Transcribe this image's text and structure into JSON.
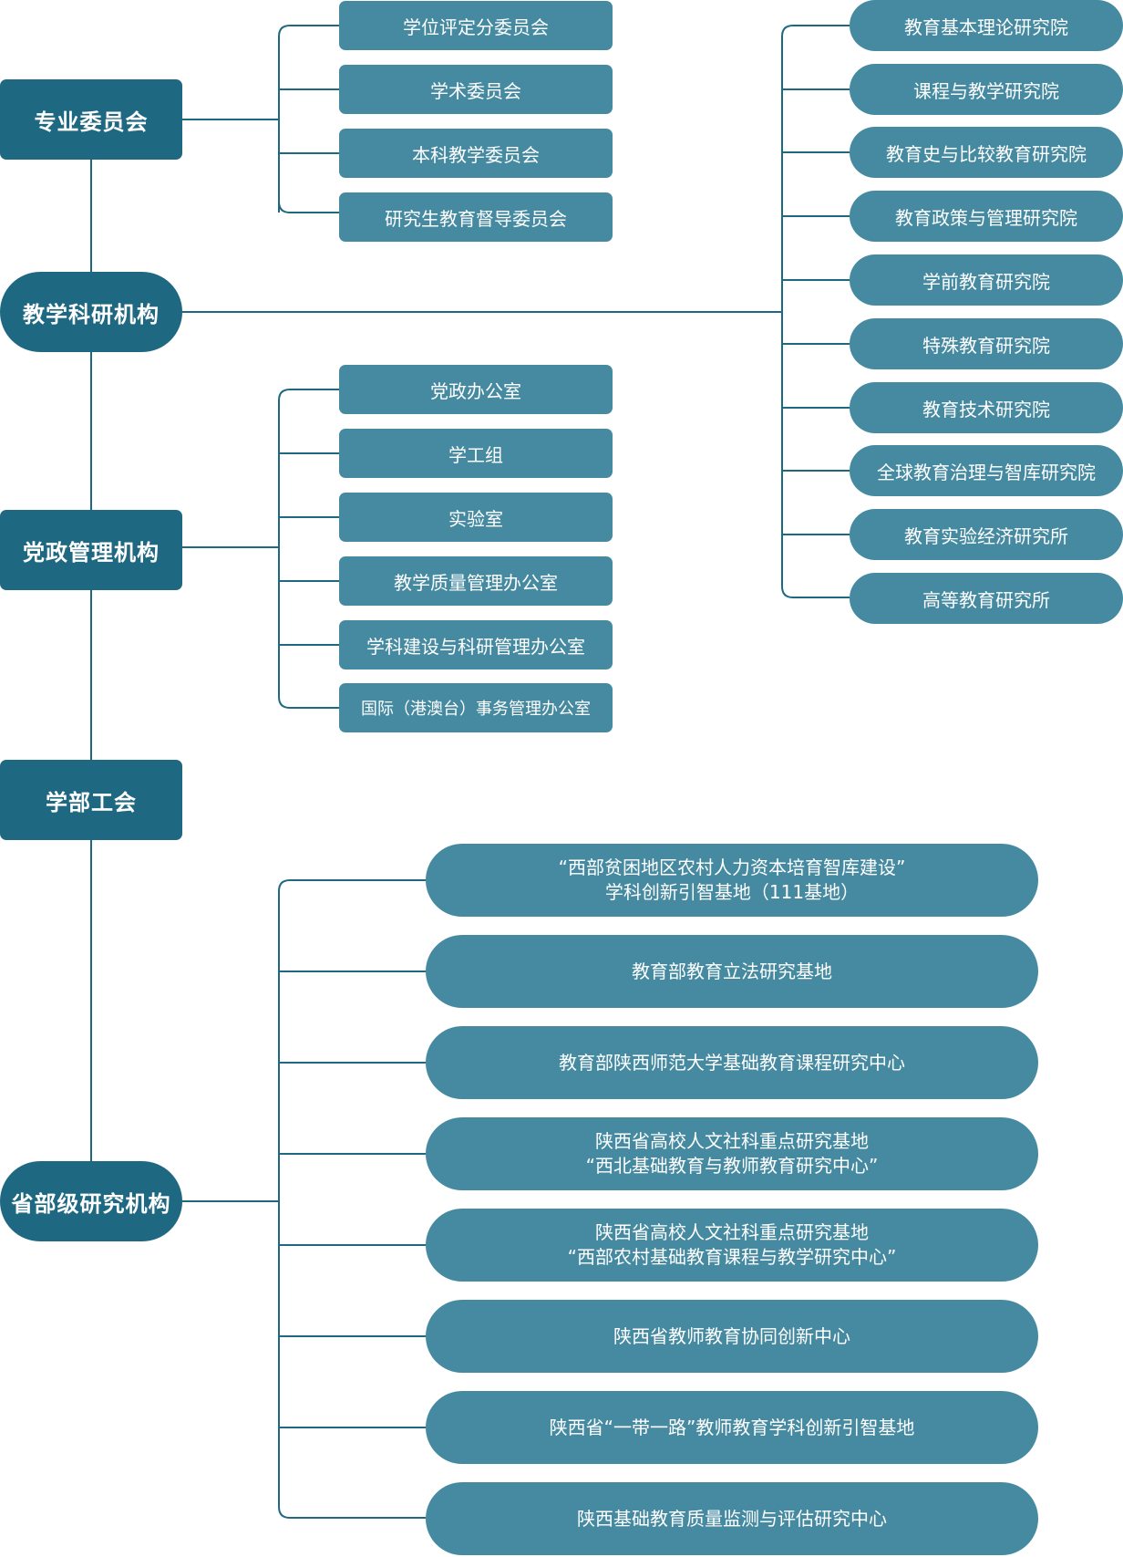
{
  "main_nodes": [
    "专业委员会",
    "教学科研机构",
    "党政管理机构",
    "学部工会",
    "省部级研究机构"
  ],
  "committees": [
    "学位评定分委员会",
    "学术委员会",
    "本科教学委员会",
    "研究生教育督导委员会"
  ],
  "research_institutes": [
    "教育基本理论研究院",
    "课程与教学研究院",
    "教育史与比较教育研究院",
    "教育政策与管理研究院",
    "学前教育研究院",
    "特殊教育研究院",
    "教育技术研究院",
    "全球教育治理与智库研究院",
    "教育实验经济研究所",
    "高等教育研究所"
  ],
  "admin_offices": [
    "党政办公室",
    "学工组",
    "实验室",
    "教学质量管理办公室",
    "学科建设与科研管理办公室",
    "国际（港澳台）事务管理办公室"
  ],
  "provincial_ministerial": [
    {
      "line1": "“西部贫困地区农村人力资本培育智库建设”",
      "line2": "学科创新引智基地（111基地）"
    },
    {
      "line1": "教育部教育立法研究基地",
      "line2": ""
    },
    {
      "line1": "教育部陕西师范大学基础教育课程研究中心",
      "line2": ""
    },
    {
      "line1": "陕西省高校人文社科重点研究基地",
      "line2": "“西北基础教育与教师教育研究中心”"
    },
    {
      "line1": "陕西省高校人文社科重点研究基地",
      "line2": "“西部农村基础教育课程与教学研究中心”"
    },
    {
      "line1": "陕西省教师教育协同创新中心",
      "line2": ""
    },
    {
      "line1": "陕西省“一带一路”教师教育学科创新引智基地",
      "line2": ""
    },
    {
      "line1": "陕西基础教育质量监测与评估研究中心",
      "line2": ""
    }
  ],
  "colors": {
    "main_fill": "#1f6882",
    "sub_fill": "#458aa0",
    "line": "#1f6882",
    "text": "#ffffff"
  }
}
